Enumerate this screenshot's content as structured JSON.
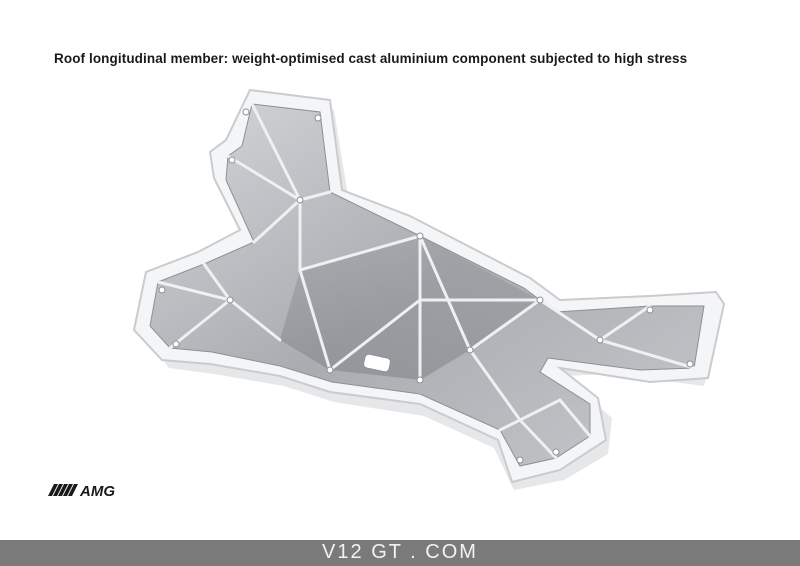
{
  "caption": "Roof longitudinal member: weight-optimised cast aluminium component subjected to high stress",
  "logo": {
    "text": "AMG",
    "icon": "amg-logo"
  },
  "watermark": "V12 GT . COM",
  "colors": {
    "footer_bar": "#7a7a7a",
    "metal": "#b9bcc0",
    "rim": "#f4f5f6"
  }
}
